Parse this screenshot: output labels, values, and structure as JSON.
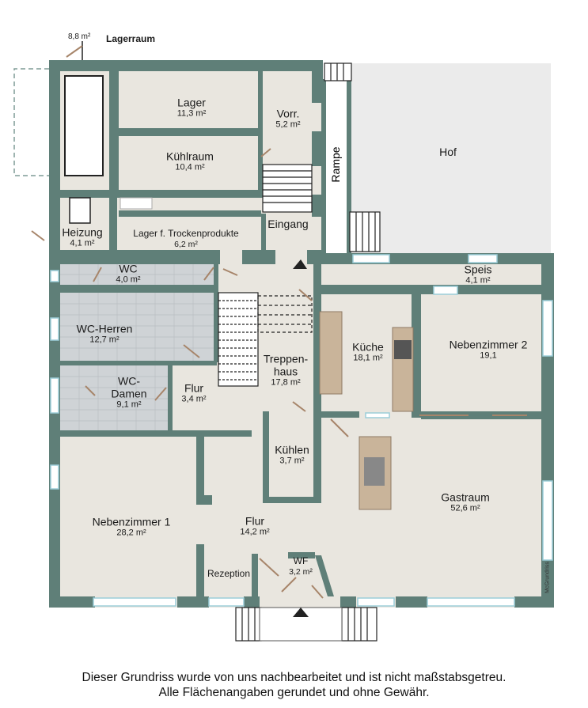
{
  "header": {
    "annex_area": "8,8 m²",
    "annex_name": "Lagerraum"
  },
  "rooms": {
    "lager": {
      "name": "Lager",
      "area": "11,3 m²"
    },
    "vorr": {
      "name": "Vorr.",
      "area": "5,2 m²"
    },
    "kuehlraum": {
      "name": "Kühlraum",
      "area": "10,4 m²"
    },
    "hof": {
      "name": "Hof"
    },
    "rampe": {
      "name": "Rampe"
    },
    "heizung": {
      "name": "Heizung",
      "area": "4,1 m²"
    },
    "trocken": {
      "name": "Lager f. Trockenprodukte",
      "area": "6,2 m²"
    },
    "eingang": {
      "name": "Eingang"
    },
    "wc": {
      "name": "WC",
      "area": "4,0 m²"
    },
    "speis": {
      "name": "Speis",
      "area": "4,1 m²"
    },
    "wc_herren": {
      "name": "WC-Herren",
      "area": "12,7 m²"
    },
    "kueche": {
      "name": "Küche",
      "area": "18,1 m²"
    },
    "nebenzimmer2": {
      "name": "Nebenzimmer 2",
      "area": "19,1"
    },
    "treppenhaus": {
      "name_line1": "Treppen-",
      "name_line2": "haus",
      "area": "17,8 m²"
    },
    "wc_damen": {
      "name_line1": "WC-",
      "name_line2": "Damen",
      "area": "9,1 m²"
    },
    "flur_small": {
      "name": "Flur",
      "area": "3,4 m²"
    },
    "kuehlen": {
      "name": "Kühlen",
      "area": "3,7 m²"
    },
    "gastraum": {
      "name": "Gastraum",
      "area": "52,6 m²"
    },
    "nebenzimmer1": {
      "name": "Nebenzimmer 1",
      "area": "28,2 m²"
    },
    "flur_main": {
      "name": "Flur",
      "area": "14,2 m²"
    },
    "wf": {
      "name": "WF",
      "area": "3,2 m²"
    },
    "rezeption": {
      "name": "Rezeption"
    }
  },
  "brand": "McGrundriss",
  "footer": {
    "line1": "Dieser Grundriss wurde von uns nachbearbeitet und ist nicht maßstabsgetreu.",
    "line2": "Alle Flächenangaben gerundet und ohne Gewähr."
  },
  "colors": {
    "wall": "#5f7f78",
    "floor": "#e9e6df",
    "tile": "#cfd3d6",
    "courtyard": "#ebebeb",
    "counter": "#c9b49a",
    "window": "#bfe3ee",
    "door": "#a7856a"
  }
}
